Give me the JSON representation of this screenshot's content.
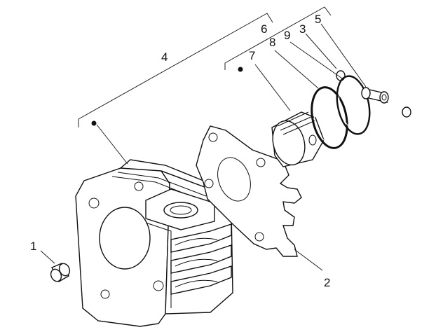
{
  "diagram": {
    "labels": {
      "l1": "1",
      "l2": "2",
      "l3": "3",
      "l4": "4",
      "l5": "5",
      "l6": "6",
      "l7": "7",
      "l8": "8",
      "l9": "9"
    },
    "colors": {
      "ink": "#111111",
      "background": "#ffffff"
    }
  }
}
